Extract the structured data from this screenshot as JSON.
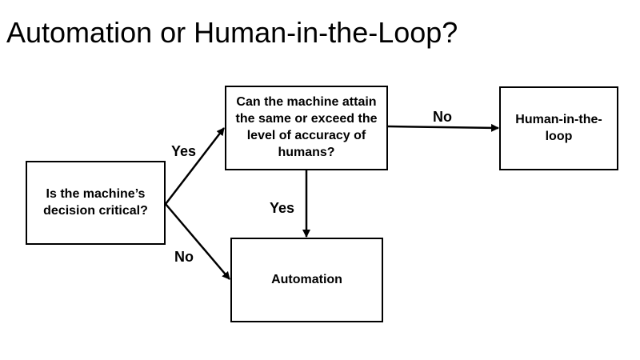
{
  "title": "Automation or Human-in-the-Loop?",
  "nodes": {
    "critical_question": "Is the machine’s decision critical?",
    "accuracy_question": "Can the machine attain the same or exceed the level of accuracy of humans?",
    "human_in_the_loop": "Human-in-the-loop",
    "automation": "Automation"
  },
  "edges": {
    "critical_yes": "Yes",
    "critical_no": "No",
    "accuracy_yes": "Yes",
    "accuracy_no": "No"
  }
}
